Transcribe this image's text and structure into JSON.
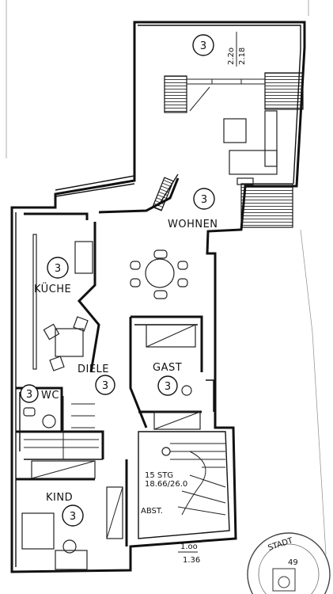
{
  "rooms": {
    "wohnen_top": {
      "number": "3"
    },
    "wohnen": {
      "name": "WOHNEN",
      "number": "3"
    },
    "kueche": {
      "name": "KÜCHE",
      "number": "3"
    },
    "diele": {
      "name": "DIELE",
      "number": "3"
    },
    "gast": {
      "name": "GAST",
      "number": "3"
    },
    "wc": {
      "name": "WC",
      "number": "3"
    },
    "kind": {
      "name": "KIND",
      "number": "3"
    }
  },
  "dimensions": {
    "top_upper": "2.2o",
    "top_lower": "2.18",
    "bottom_upper": "1.oo",
    "bottom_lower": "1.36"
  },
  "stair": {
    "steps": "15 STG",
    "ratio": "18.66/26.0",
    "label": "ABST."
  },
  "stamp": {
    "text": "STADT",
    "number": "49"
  },
  "colors": {
    "ink": "#111111",
    "paper": "#ffffff"
  }
}
